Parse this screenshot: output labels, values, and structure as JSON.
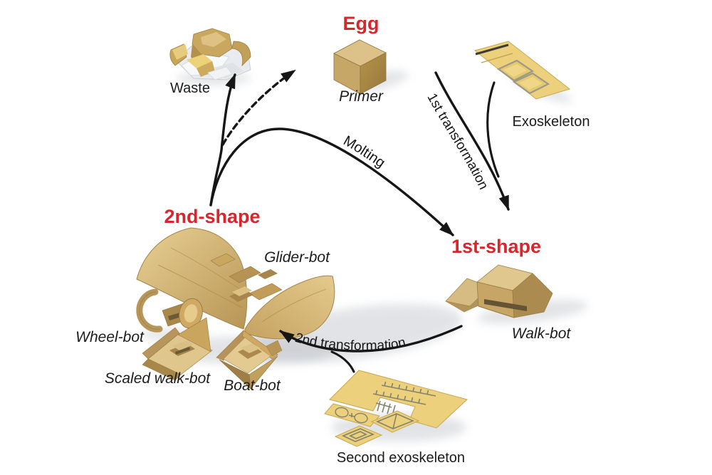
{
  "figure": {
    "background": "#ffffff",
    "colors": {
      "accent_red": "#d7262c",
      "text_black": "#1c1c1c",
      "arrow_black": "#161616",
      "gold_body": "#c9a75e",
      "gold_light": "#e6cc90",
      "gold_sheet": "#ecd07c",
      "waste_white": "#eef0f2"
    },
    "nodes": {
      "egg": {
        "title": "Egg",
        "caption": "Primer"
      },
      "waste": {
        "caption": "Waste"
      },
      "exoskeleton": {
        "caption": "Exoskeleton"
      },
      "first_shape": {
        "title": "1st-shape",
        "caption": "Walk-bot"
      },
      "second_shape": {
        "title": "2nd-shape",
        "glider": "Glider-bot",
        "wheel": "Wheel-bot",
        "scaled_walk": "Scaled walk-bot",
        "boat": "Boat-bot"
      },
      "second_exoskeleton": {
        "caption": "Second exoskeleton"
      }
    },
    "arrows": {
      "first_transformation": "1st transformation",
      "molting": "Molting",
      "second_transformation": "2nd transformation"
    }
  }
}
